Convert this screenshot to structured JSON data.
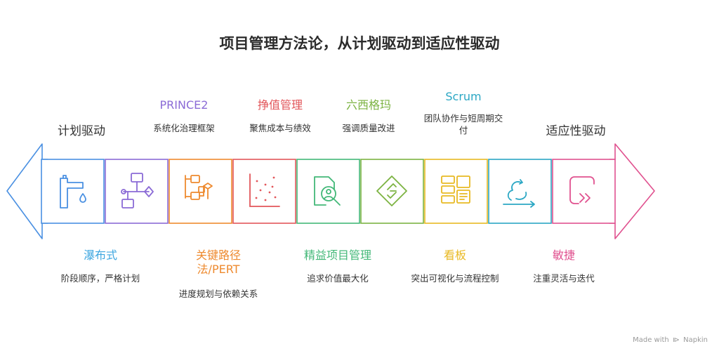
{
  "title": "项目管理方法论，从计划驱动到适应性驱动",
  "left_end": "计划驱动",
  "right_end": "适应性驱动",
  "top_items": [
    {
      "heading": "PRINCE2",
      "desc": "系统化治理框架",
      "color": "#8B6BD6"
    },
    {
      "heading": "挣值管理",
      "desc": "聚焦成本与绩效",
      "color": "#E2565A"
    },
    {
      "heading": "六西格玛",
      "desc": "强调质量改进",
      "color": "#7CB342"
    },
    {
      "heading": "Scrum",
      "desc": "团队协作与短周期交付",
      "color": "#2BA7C4"
    }
  ],
  "bottom_items": [
    {
      "heading": "瀑布式",
      "desc": "阶段顺序，严格计划",
      "color": "#3FA7E0"
    },
    {
      "heading": "关键路径法/PERT",
      "desc": "进度规划与依赖关系",
      "color": "#EE8A2F"
    },
    {
      "heading": "精益项目管理",
      "desc": "追求价值最大化",
      "color": "#43B878"
    },
    {
      "heading": "看板",
      "desc": "突出可视化与流程控制",
      "color": "#E8B923"
    },
    {
      "heading": "敏捷",
      "desc": "注重灵活与迭代",
      "color": "#E0518F"
    }
  ],
  "segments": [
    {
      "icon": "faucet-icon",
      "color": "#4A90E2"
    },
    {
      "icon": "flowchart-icon",
      "color": "#8B6BD6"
    },
    {
      "icon": "critical-path-icon",
      "color": "#EE8A2F"
    },
    {
      "icon": "scatter-plot-icon",
      "color": "#E2565A"
    },
    {
      "icon": "magnify-analysis-icon",
      "color": "#43B878"
    },
    {
      "icon": "diamond-process-icon",
      "color": "#7CB342"
    },
    {
      "icon": "kanban-board-icon",
      "color": "#E8B923"
    },
    {
      "icon": "iteration-loop-icon",
      "color": "#2BA7C4"
    },
    {
      "icon": "exit-arrow-icon",
      "color": "#E0518F"
    }
  ],
  "footer": {
    "made_with": "Made with",
    "brand": "Napkin"
  }
}
